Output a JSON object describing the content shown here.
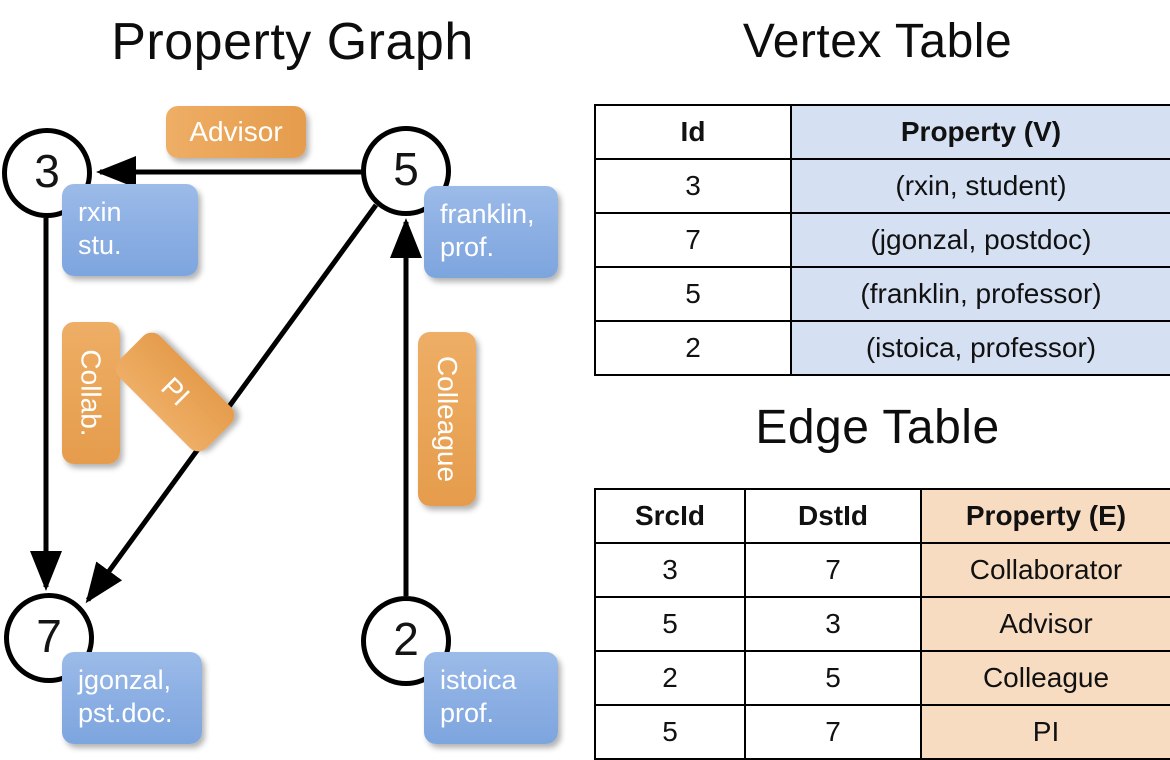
{
  "titles": {
    "graph": "Property Graph",
    "vertex_table": "Vertex Table",
    "edge_table": "Edge Table"
  },
  "graph": {
    "nodes": [
      {
        "id": "3",
        "property_label": "rxin\nstu.",
        "line1": "rxin",
        "line2": "stu."
      },
      {
        "id": "5",
        "property_label": "franklin,\nprof.",
        "line1": "franklin,",
        "line2": "prof."
      },
      {
        "id": "7",
        "property_label": "jgonzal,\npst.doc.",
        "line1": "jgonzal,",
        "line2": "pst.doc."
      },
      {
        "id": "2",
        "property_label": "istoica\nprof.",
        "line1": "istoica",
        "line2": "prof."
      }
    ],
    "edge_labels": [
      {
        "name": "advisor-label",
        "text": "Advisor"
      },
      {
        "name": "collab-label",
        "text": "Collab."
      },
      {
        "name": "pi-label",
        "text": "PI"
      },
      {
        "name": "colleague-label",
        "text": "Colleague"
      }
    ]
  },
  "vertex_table": {
    "headers": [
      "Id",
      "Property (V)"
    ],
    "rows": [
      {
        "id": "3",
        "property": "(rxin, student)"
      },
      {
        "id": "7",
        "property": "(jgonzal, postdoc)"
      },
      {
        "id": "5",
        "property": "(franklin, professor)"
      },
      {
        "id": "2",
        "property": "(istoica, professor)"
      }
    ]
  },
  "edge_table": {
    "headers": [
      "SrcId",
      "DstId",
      "Property (E)"
    ],
    "rows": [
      {
        "src": "3",
        "dst": "7",
        "property": "Collaborator"
      },
      {
        "src": "5",
        "dst": "3",
        "property": "Advisor"
      },
      {
        "src": "2",
        "dst": "5",
        "property": "Colleague"
      },
      {
        "src": "5",
        "dst": "7",
        "property": "PI"
      }
    ]
  },
  "colors": {
    "vertex_fill": "#d5e0f2",
    "edge_fill": "#f7dcc2",
    "node_box_blue": "#8db0e4",
    "edge_box_orange": "#eaa558",
    "stroke": "#000000",
    "background": "#ffffff"
  }
}
